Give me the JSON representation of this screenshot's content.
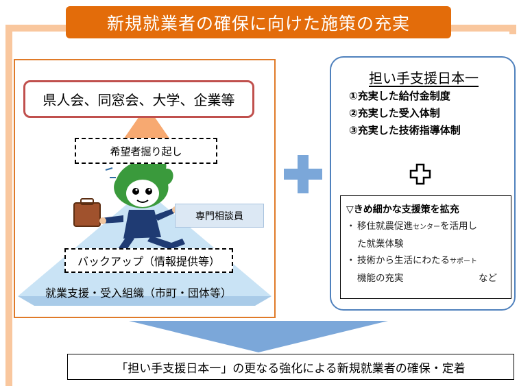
{
  "title": "新規就業者の確保に向けた施策の充実",
  "left_panel": {
    "org_box": "県人会、同窓会、大学、企業等",
    "dig_up": "希望者掘り起し",
    "staff": "専門相談員",
    "backup": "バックアップ（情報提供等）",
    "base": "就業支援・受入組織（市町・団体等）"
  },
  "right_panel": {
    "heading": "担い手支援日本一",
    "items": [
      "①充実した給付金制度",
      "②充実した受入体制",
      "③充実した技術指導体制"
    ],
    "support_heading": "▽きめ細かな支援策を拡充",
    "support_item_1": {
      "bullet": "・",
      "part1": "移住就農促進",
      "small1": "センター",
      "part2": "を活用し",
      "cont": "た就業体験"
    },
    "support_item_2": {
      "bullet": "・",
      "part1": "技術から生活にわたる",
      "small1": "サポート",
      "cont": "機能の充実",
      "trailing": "など"
    }
  },
  "result": "「担い手支援日本一」の更なる強化による新規就業者の確保・定着",
  "colors": {
    "banner": "#e36c0a",
    "frame": "#f9c79e",
    "left_border": "#e07a28",
    "org_border": "#c0504d",
    "right_border": "#4f81bd",
    "plus": "#7ba7d9",
    "down_arrow": "#7ba7d9",
    "up_arrow": "#f7a971",
    "pyramid": "#b7d8f0"
  },
  "icons": [
    "plus-icon",
    "white-cross-icon",
    "up-arrow-icon",
    "down-arrow-icon",
    "mascot-character"
  ]
}
